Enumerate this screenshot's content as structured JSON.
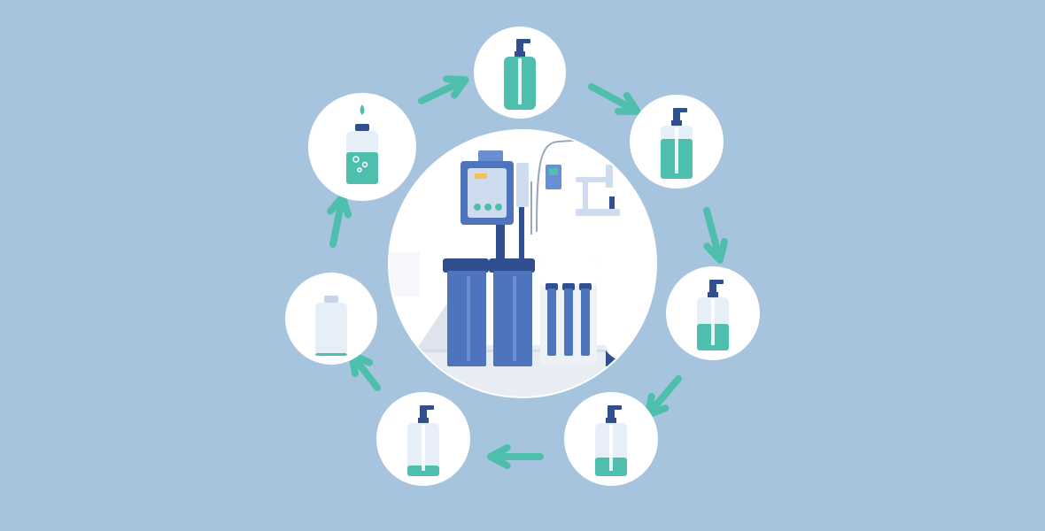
{
  "colors": {
    "background": "#a7c4df",
    "circle": "#ffffff",
    "teal": "#4fbfad",
    "teal_dark": "#3aa897",
    "navy": "#2f4f8f",
    "blue": "#4e74bd",
    "blue_light": "#6a8fd0",
    "panel": "#cfdcef",
    "bottle": "#e6eef8",
    "gray": "#e8edf3"
  },
  "diagram": {
    "center_icon": "water-treatment-system-icon",
    "arrow_icon": "cycle-arrow-icon",
    "stages": [
      {
        "icon": "soap-bottle-icon",
        "fill": 1.0
      },
      {
        "icon": "soap-bottle-icon",
        "fill": 0.75
      },
      {
        "icon": "soap-bottle-icon",
        "fill": 0.5
      },
      {
        "icon": "soap-bottle-icon",
        "fill": 0.35
      },
      {
        "icon": "soap-bottle-icon",
        "fill": 0.2
      },
      {
        "icon": "empty-bottle-icon",
        "fill": 0.03
      },
      {
        "icon": "refill-bottle-icon",
        "fill": 0.6
      }
    ]
  }
}
